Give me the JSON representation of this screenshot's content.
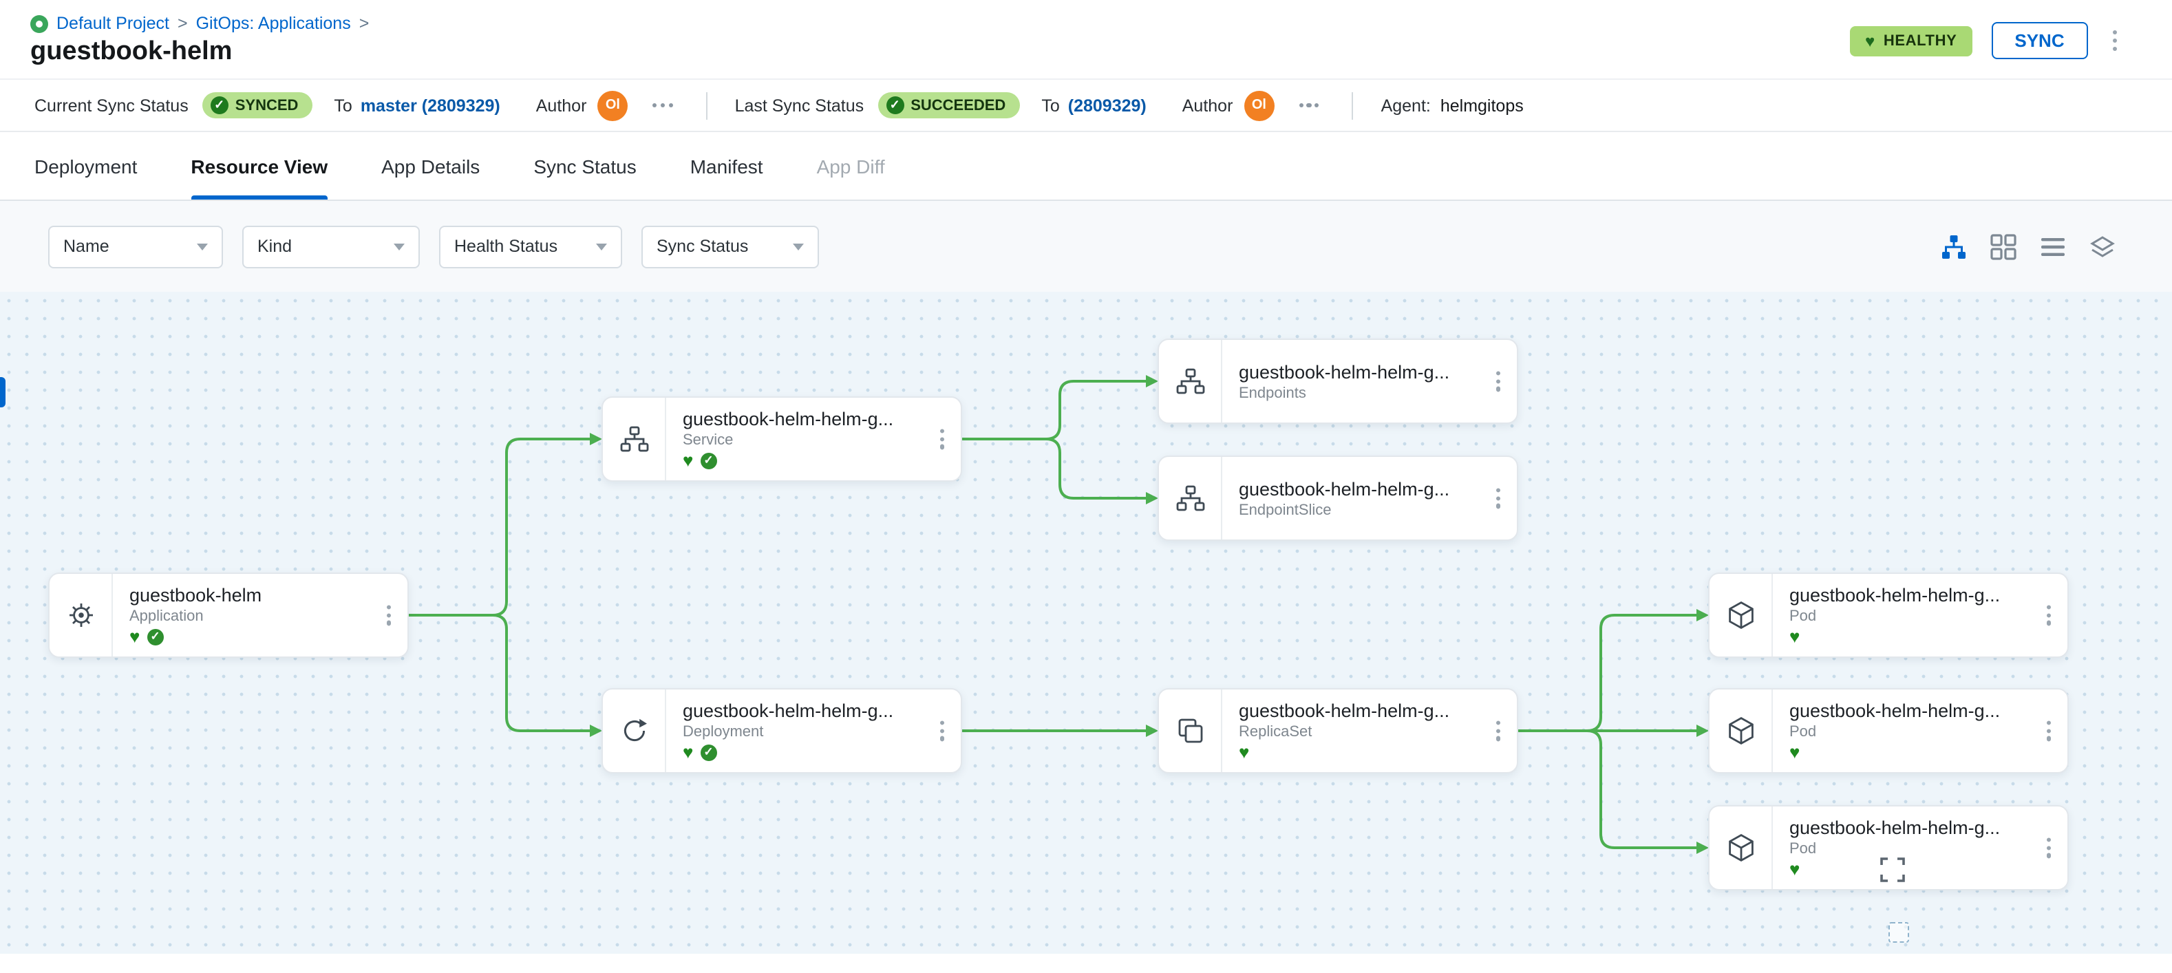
{
  "icons": {
    "heart": "♥",
    "check": "✓"
  },
  "breadcrumb": {
    "project": "Default Project",
    "separator1": ">",
    "section": "GitOps: Applications",
    "separator2": ">"
  },
  "header": {
    "title": "guestbook-helm",
    "health_badge": "HEALTHY",
    "sync_button": "SYNC"
  },
  "status_bar": {
    "current": {
      "label": "Current Sync Status",
      "badge": "SYNCED",
      "to_label": "To",
      "to_value": "master (2809329)",
      "author_label": "Author",
      "author_initials": "Ol"
    },
    "last": {
      "label": "Last Sync Status",
      "badge": "SUCCEEDED",
      "to_label": "To",
      "to_value": "(2809329)",
      "author_label": "Author",
      "author_initials": "Ol"
    },
    "agent_label": "Agent:",
    "agent_value": "helmgitops"
  },
  "tabs": [
    {
      "label": "Deployment"
    },
    {
      "label": "Resource View"
    },
    {
      "label": "App Details"
    },
    {
      "label": "Sync Status"
    },
    {
      "label": "Manifest"
    },
    {
      "label": "App Diff"
    }
  ],
  "filters": [
    {
      "label": "Name"
    },
    {
      "label": "Kind"
    },
    {
      "label": "Health Status"
    },
    {
      "label": "Sync Status"
    }
  ],
  "graph": {
    "nodes": [
      {
        "title": "guestbook-helm",
        "kind": "Application",
        "health": "healthy",
        "sync": "synced"
      },
      {
        "title": "guestbook-helm-helm-g...",
        "kind": "Service",
        "health": "healthy",
        "sync": "synced"
      },
      {
        "title": "guestbook-helm-helm-g...",
        "kind": "Endpoints"
      },
      {
        "title": "guestbook-helm-helm-g...",
        "kind": "EndpointSlice"
      },
      {
        "title": "guestbook-helm-helm-g...",
        "kind": "Deployment",
        "health": "healthy",
        "sync": "synced"
      },
      {
        "title": "guestbook-helm-helm-g...",
        "kind": "ReplicaSet",
        "health": "healthy"
      },
      {
        "title": "guestbook-helm-helm-g...",
        "kind": "Pod",
        "health": "healthy"
      },
      {
        "title": "guestbook-helm-helm-g...",
        "kind": "Pod",
        "health": "healthy"
      },
      {
        "title": "guestbook-helm-helm-g...",
        "kind": "Pod",
        "health": "healthy"
      }
    ],
    "edges": [
      [
        "Application",
        "Service"
      ],
      [
        "Application",
        "Deployment"
      ],
      [
        "Service",
        "Endpoints"
      ],
      [
        "Service",
        "EndpointSlice"
      ],
      [
        "Deployment",
        "ReplicaSet"
      ],
      [
        "ReplicaSet",
        "Pod-1"
      ],
      [
        "ReplicaSet",
        "Pod-2"
      ],
      [
        "ReplicaSet",
        "Pod-3"
      ]
    ]
  },
  "colors": {
    "accent_blue": "#0066cc",
    "edge_green": "#4caf50",
    "healthy_green": "#1f8a1f",
    "badge_green_bg": "#b7e18f",
    "avatar_orange": "#f28022"
  }
}
